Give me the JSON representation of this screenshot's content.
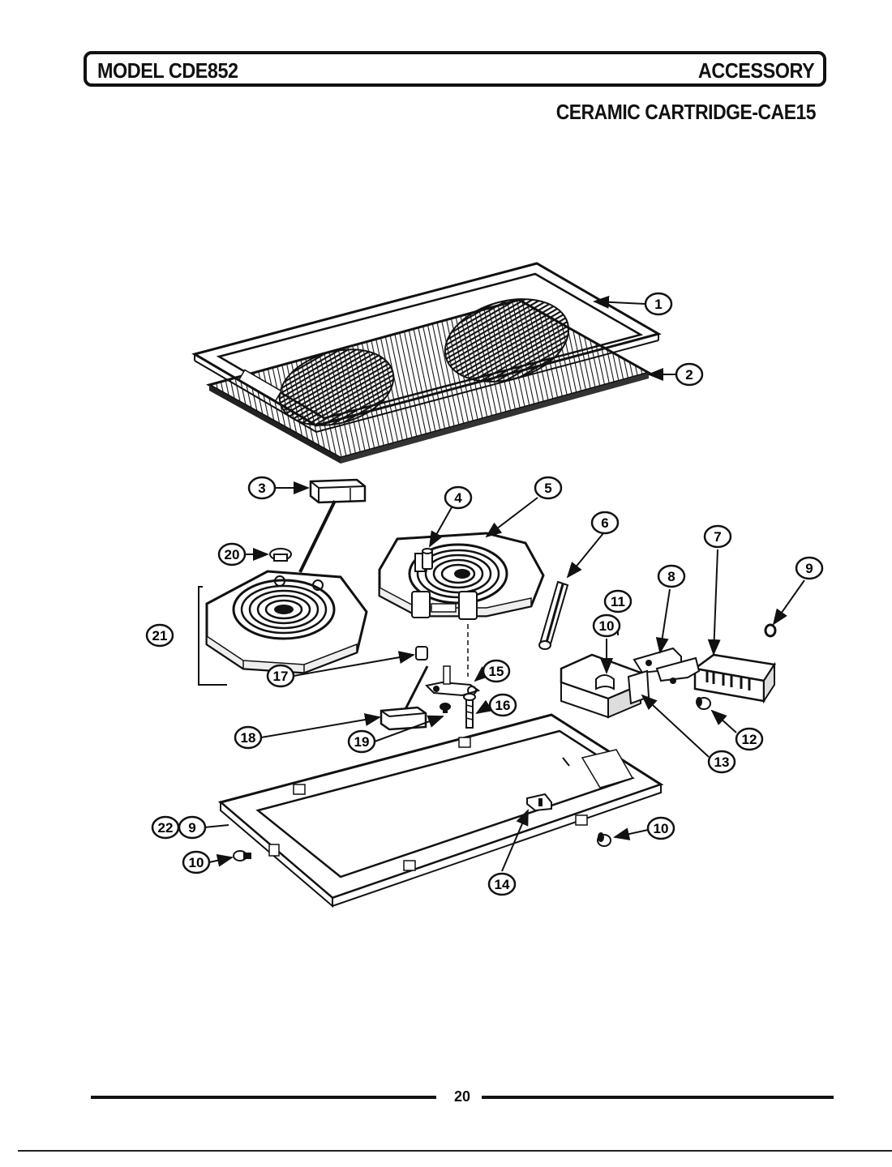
{
  "header": {
    "model": "MODEL CDE852",
    "section": "ACCESSORY",
    "subtitle": "CERAMIC CARTRIDGE-CAE15"
  },
  "callouts": {
    "c1": "1",
    "c2": "2",
    "c3": "3",
    "c4": "4",
    "c5": "5",
    "c6": "6",
    "c7": "7",
    "c8": "8",
    "c9a": "9",
    "c9b": "9",
    "c10a": "10",
    "c10b": "10",
    "c10c": "10",
    "c11": "11",
    "c12": "12",
    "c13": "13",
    "c14": "14",
    "c15": "15",
    "c16": "16",
    "c17": "17",
    "c18": "18",
    "c19": "19",
    "c20": "20",
    "c21": "21",
    "c22": "22"
  },
  "footer": {
    "page_number": "20"
  }
}
